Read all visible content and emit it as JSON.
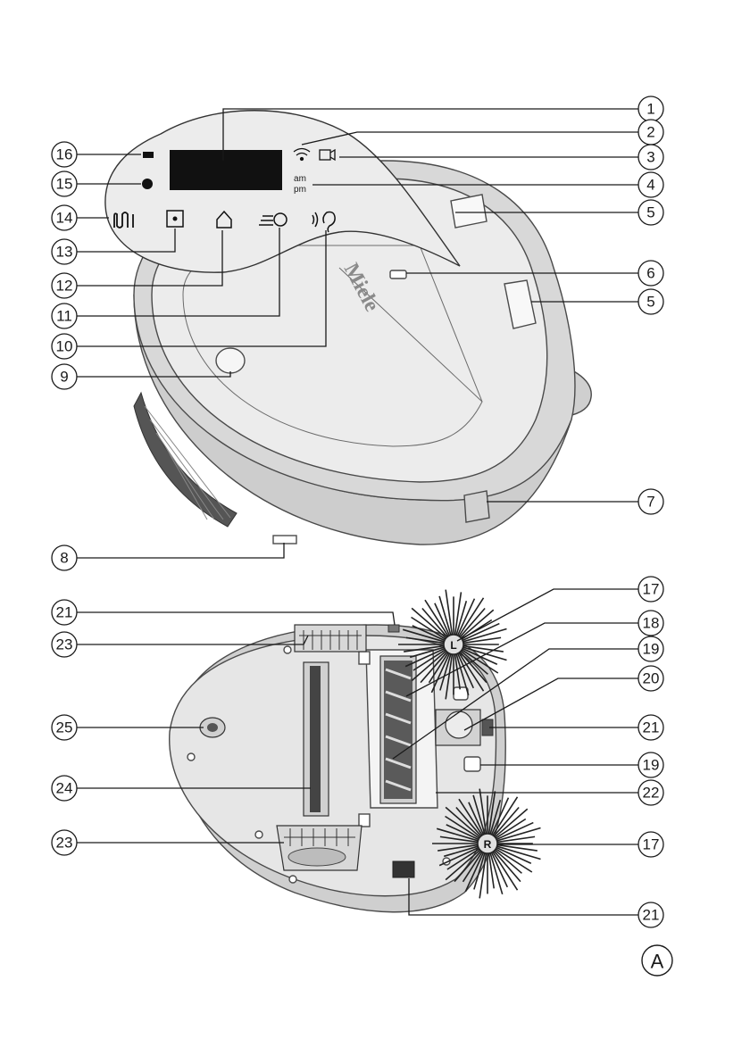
{
  "figure_label": "A",
  "brand_logo": "Miele",
  "display": {
    "am_label": "am",
    "pm_label": "pm"
  },
  "callouts": [
    {
      "id": "c1",
      "label": "1"
    },
    {
      "id": "c2",
      "label": "2"
    },
    {
      "id": "c3",
      "label": "3"
    },
    {
      "id": "c4",
      "label": "4"
    },
    {
      "id": "c5a",
      "label": "5"
    },
    {
      "id": "c6",
      "label": "6"
    },
    {
      "id": "c5b",
      "label": "5"
    },
    {
      "id": "c7",
      "label": "7"
    },
    {
      "id": "c8",
      "label": "8"
    },
    {
      "id": "c9",
      "label": "9"
    },
    {
      "id": "c10",
      "label": "10"
    },
    {
      "id": "c11",
      "label": "11"
    },
    {
      "id": "c12",
      "label": "12"
    },
    {
      "id": "c13",
      "label": "13"
    },
    {
      "id": "c14",
      "label": "14"
    },
    {
      "id": "c15",
      "label": "15"
    },
    {
      "id": "c16",
      "label": "16"
    },
    {
      "id": "c17a",
      "label": "17"
    },
    {
      "id": "c18",
      "label": "18"
    },
    {
      "id": "c19a",
      "label": "19"
    },
    {
      "id": "c20",
      "label": "20"
    },
    {
      "id": "c21a",
      "label": "21"
    },
    {
      "id": "c19b",
      "label": "19"
    },
    {
      "id": "c22",
      "label": "22"
    },
    {
      "id": "c17b",
      "label": "17"
    },
    {
      "id": "c21b",
      "label": "21"
    },
    {
      "id": "c21c",
      "label": "21"
    },
    {
      "id": "c23a",
      "label": "23"
    },
    {
      "id": "c25",
      "label": "25"
    },
    {
      "id": "c24",
      "label": "24"
    },
    {
      "id": "c23b",
      "label": "23"
    }
  ],
  "side_brush_labels": {
    "left": "L",
    "right": "R"
  },
  "colors": {
    "line": "#1a1a1a",
    "body_fill": "#e4e4e4",
    "body_dark": "#b9b9b9",
    "display": "#111111",
    "bristle": "#222222"
  }
}
